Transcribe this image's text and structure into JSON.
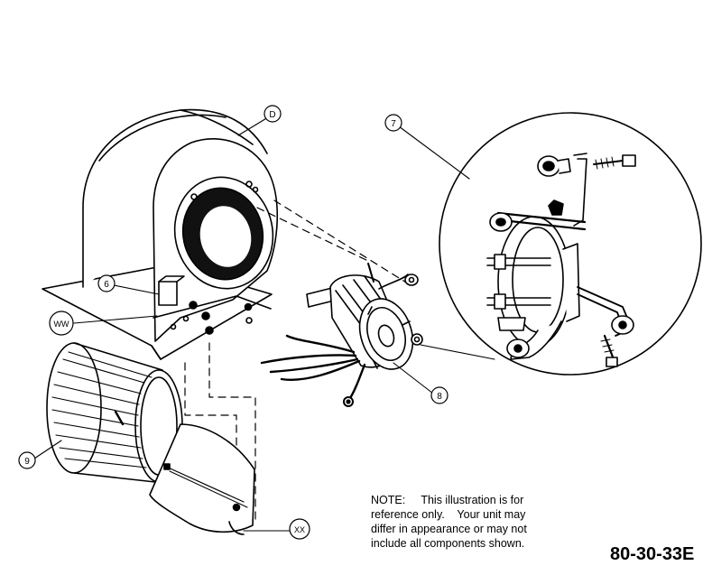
{
  "callouts": {
    "d": "D",
    "c6": "6",
    "ww": "WW",
    "c7": "7",
    "c8": "8",
    "c9": "9",
    "xx": "XX"
  },
  "note": {
    "line1": "NOTE:     This illustration is for",
    "line2": "reference only.    Your unit may",
    "line3": "differ in appearance or may not",
    "line4": "include all components shown."
  },
  "figure_id": "80-30-33E"
}
